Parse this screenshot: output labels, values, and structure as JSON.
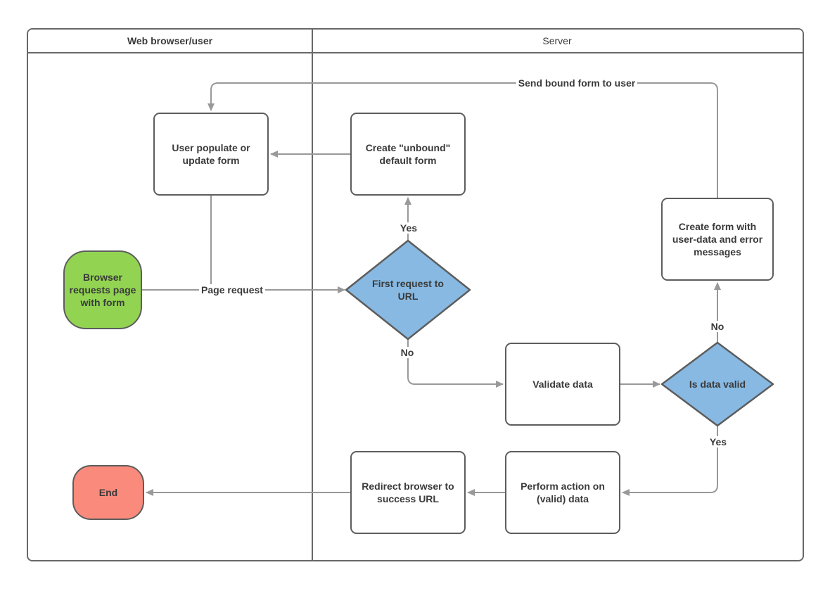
{
  "lanes": [
    {
      "label": "Web browser/user"
    },
    {
      "label": "Server"
    }
  ],
  "nodes": {
    "browser_requests": {
      "label": "Browser requests page with form",
      "type": "start"
    },
    "user_populate": {
      "label": "User populate or update form",
      "type": "process"
    },
    "create_unbound": {
      "label": "Create \"unbound\" default form",
      "type": "process"
    },
    "first_request": {
      "label": "First request to URL",
      "type": "decision"
    },
    "validate_data": {
      "label": "Validate data",
      "type": "process"
    },
    "is_data_valid": {
      "label": "Is data valid",
      "type": "decision"
    },
    "create_form_errors": {
      "label": "Create form with user-data and error messages",
      "type": "process"
    },
    "perform_action": {
      "label": "Perform action on (valid) data",
      "type": "process"
    },
    "redirect_browser": {
      "label": "Redirect browser to success URL",
      "type": "process"
    },
    "end": {
      "label": "End",
      "type": "end"
    }
  },
  "edge_labels": {
    "page_request": "Page request",
    "yes_first": "Yes",
    "no_first": "No",
    "send_bound_form": "Send bound form to user",
    "no_valid": "No",
    "yes_valid": "Yes"
  },
  "colors": {
    "start_fill": "#92d452",
    "end_fill": "#f98a7c",
    "decision_fill": "#87b9e2",
    "process_fill": "#ffffff",
    "shape_stroke": "#5d5d5d",
    "lane_stroke": "#686868",
    "connector": "#999999",
    "text": "#3a3a3a"
  }
}
